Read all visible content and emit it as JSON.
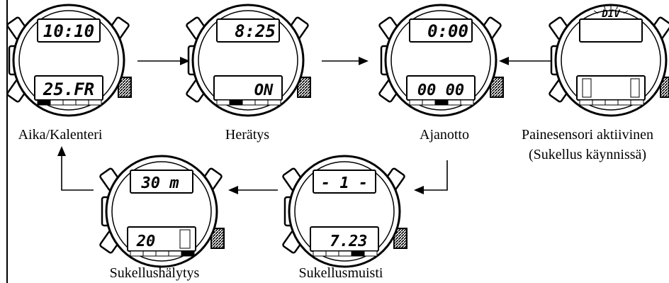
{
  "watches": [
    {
      "id": "time",
      "top": "10:10",
      "bottom": "25.FR",
      "caption": "Aika/Kalenteri",
      "marker": 0
    },
    {
      "id": "alarm",
      "top": "8:25",
      "bottom": "ON",
      "caption": "Herätys",
      "marker": 1
    },
    {
      "id": "chrono",
      "top": "0:00",
      "bottom": "00 00",
      "caption": "Ajanotto",
      "marker": 2
    },
    {
      "id": "dive",
      "top": "DIV",
      "bottom": "",
      "caption_line1": "Painesensori aktiivinen",
      "caption_line2": "(Sukellus käynnissä)",
      "marker": -1
    },
    {
      "id": "dive-alarm",
      "top": "30 m",
      "bottom": "20",
      "caption": "Sukellushälytys",
      "marker": 4
    },
    {
      "id": "dive-memory",
      "top": "- 1 -",
      "bottom": "7.23",
      "caption": "Sukellusmuisti",
      "marker": 3
    }
  ]
}
